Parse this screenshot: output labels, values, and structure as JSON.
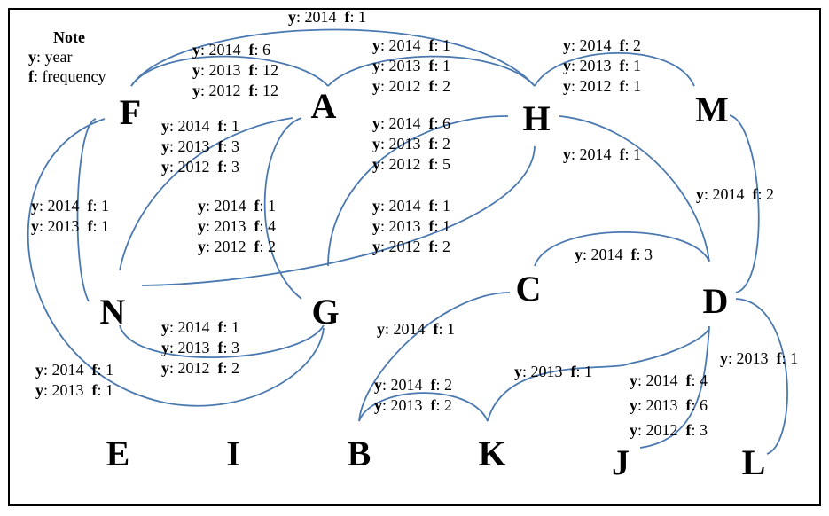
{
  "note": {
    "title": "Note",
    "lines": [
      {
        "key": "y",
        "text": ": year"
      },
      {
        "key": "f",
        "text": ": frequency"
      }
    ]
  },
  "keys": {
    "year": "y",
    "freq": "f"
  },
  "nodes": [
    "F",
    "A",
    "H",
    "M",
    "N",
    "G",
    "C",
    "D",
    "E",
    "I",
    "B",
    "K",
    "J",
    "L"
  ],
  "edge_color": "#4a78b0",
  "edges": [
    {
      "from": "F",
      "to": "H",
      "labels": [
        {
          "year": "2014",
          "freq": "1"
        }
      ]
    },
    {
      "from": "F",
      "to": "A",
      "labels": [
        {
          "year": "2014",
          "freq": "6"
        },
        {
          "year": "2013",
          "freq": "12"
        },
        {
          "year": "2012",
          "freq": "12"
        }
      ]
    },
    {
      "from": "A",
      "to": "H",
      "labels": [
        {
          "year": "2014",
          "freq": "1"
        },
        {
          "year": "2013",
          "freq": "1"
        },
        {
          "year": "2012",
          "freq": "2"
        }
      ]
    },
    {
      "from": "H",
      "to": "M",
      "labels": [
        {
          "year": "2014",
          "freq": "2"
        },
        {
          "year": "2013",
          "freq": "1"
        },
        {
          "year": "2012",
          "freq": "1"
        }
      ]
    },
    {
      "from": "F",
      "to": "N",
      "labels": [
        {
          "year": "2014",
          "freq": "1"
        },
        {
          "year": "2013",
          "freq": "1"
        }
      ]
    },
    {
      "from": "A",
      "to": "N",
      "labels": [
        {
          "year": "2014",
          "freq": "1"
        },
        {
          "year": "2013",
          "freq": "3"
        },
        {
          "year": "2012",
          "freq": "3"
        }
      ]
    },
    {
      "from": "A",
      "to": "G",
      "labels": [
        {
          "year": "2014",
          "freq": "1"
        },
        {
          "year": "2013",
          "freq": "4"
        },
        {
          "year": "2012",
          "freq": "2"
        }
      ]
    },
    {
      "from": "H",
      "to": "G",
      "labels": [
        {
          "year": "2014",
          "freq": "6"
        },
        {
          "year": "2013",
          "freq": "2"
        },
        {
          "year": "2012",
          "freq": "5"
        }
      ]
    },
    {
      "from": "H",
      "to": "N",
      "labels": [
        {
          "year": "2014",
          "freq": "1"
        },
        {
          "year": "2013",
          "freq": "1"
        },
        {
          "year": "2012",
          "freq": "2"
        }
      ]
    },
    {
      "from": "H",
      "to": "D",
      "labels": [
        {
          "year": "2014",
          "freq": "1"
        }
      ]
    },
    {
      "from": "M",
      "to": "D",
      "labels": [
        {
          "year": "2014",
          "freq": "2"
        }
      ]
    },
    {
      "from": "C",
      "to": "D",
      "labels": [
        {
          "year": "2014",
          "freq": "3"
        }
      ]
    },
    {
      "from": "N",
      "to": "G",
      "labels": [
        {
          "year": "2014",
          "freq": "1"
        },
        {
          "year": "2013",
          "freq": "3"
        },
        {
          "year": "2012",
          "freq": "2"
        }
      ]
    },
    {
      "from": "F",
      "to": "G",
      "labels": [
        {
          "year": "2014",
          "freq": "1"
        },
        {
          "year": "2013",
          "freq": "1"
        }
      ]
    },
    {
      "from": "C",
      "to": "B",
      "labels": [
        {
          "year": "2014",
          "freq": "1"
        }
      ]
    },
    {
      "from": "B",
      "to": "K",
      "labels": [
        {
          "year": "2014",
          "freq": "2"
        },
        {
          "year": "2013",
          "freq": "2"
        }
      ]
    },
    {
      "from": "K",
      "to": "D",
      "labels": [
        {
          "year": "2013",
          "freq": "1"
        }
      ]
    },
    {
      "from": "D",
      "to": "J",
      "labels": [
        {
          "year": "2014",
          "freq": "4"
        },
        {
          "year": "2013",
          "freq": "6"
        },
        {
          "year": "2012",
          "freq": "3"
        }
      ]
    },
    {
      "from": "D",
      "to": "L",
      "labels": [
        {
          "year": "2013",
          "freq": "1"
        }
      ]
    }
  ]
}
